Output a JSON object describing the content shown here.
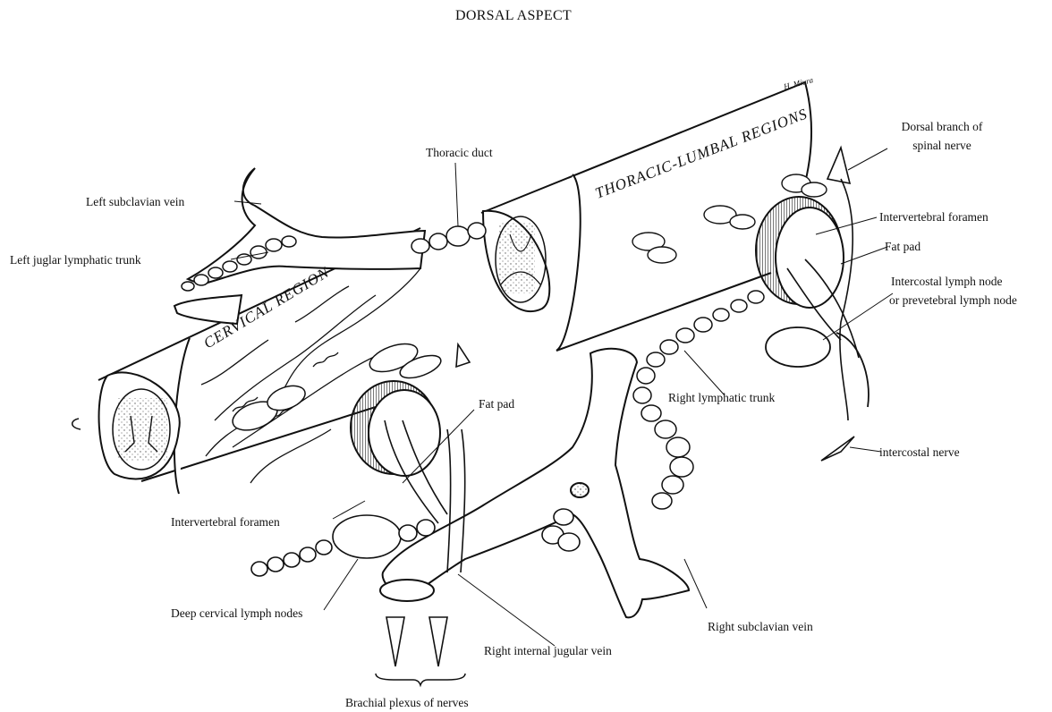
{
  "title": "DORSAL ASPECT",
  "signature": "H. Miura",
  "region_labels": {
    "cervical": "CERVICAL REGION",
    "thoracic_lumbal": "THORACIC-LUMBAL REGIONS"
  },
  "labels": {
    "thoracic_duct": "Thoracic duct",
    "left_subclavian_vein": "Left subclavian vein",
    "left_juglar_lymphatic_trunk": "Left juglar lymphatic trunk",
    "dorsal_branch_line1": "Dorsal branch of",
    "dorsal_branch_line2": "spinal nerve",
    "intervertebral_foramen_right": "Intervertebral  foramen",
    "fat_pad_right": "Fat pad",
    "intercostal_lymph_node_line1": "Intercostal lymph node",
    "intercostal_lymph_node_line2": "or prevetebral lymph node",
    "right_lymphatic_trunk": "Right lymphatic trunk",
    "intercostal_nerve": "intercostal nerve",
    "fat_pad_left": "Fat pad",
    "intervertebral_foramen_left": "Intervertebral foramen",
    "deep_cervical_lymph_nodes": "Deep cervical lymph nodes",
    "right_internal_jugular_vein": "Right internal jugular vein",
    "right_subclavian_vein": "Right subclavian vein",
    "brachial_plexus": "Brachial plexus of nerves"
  }
}
